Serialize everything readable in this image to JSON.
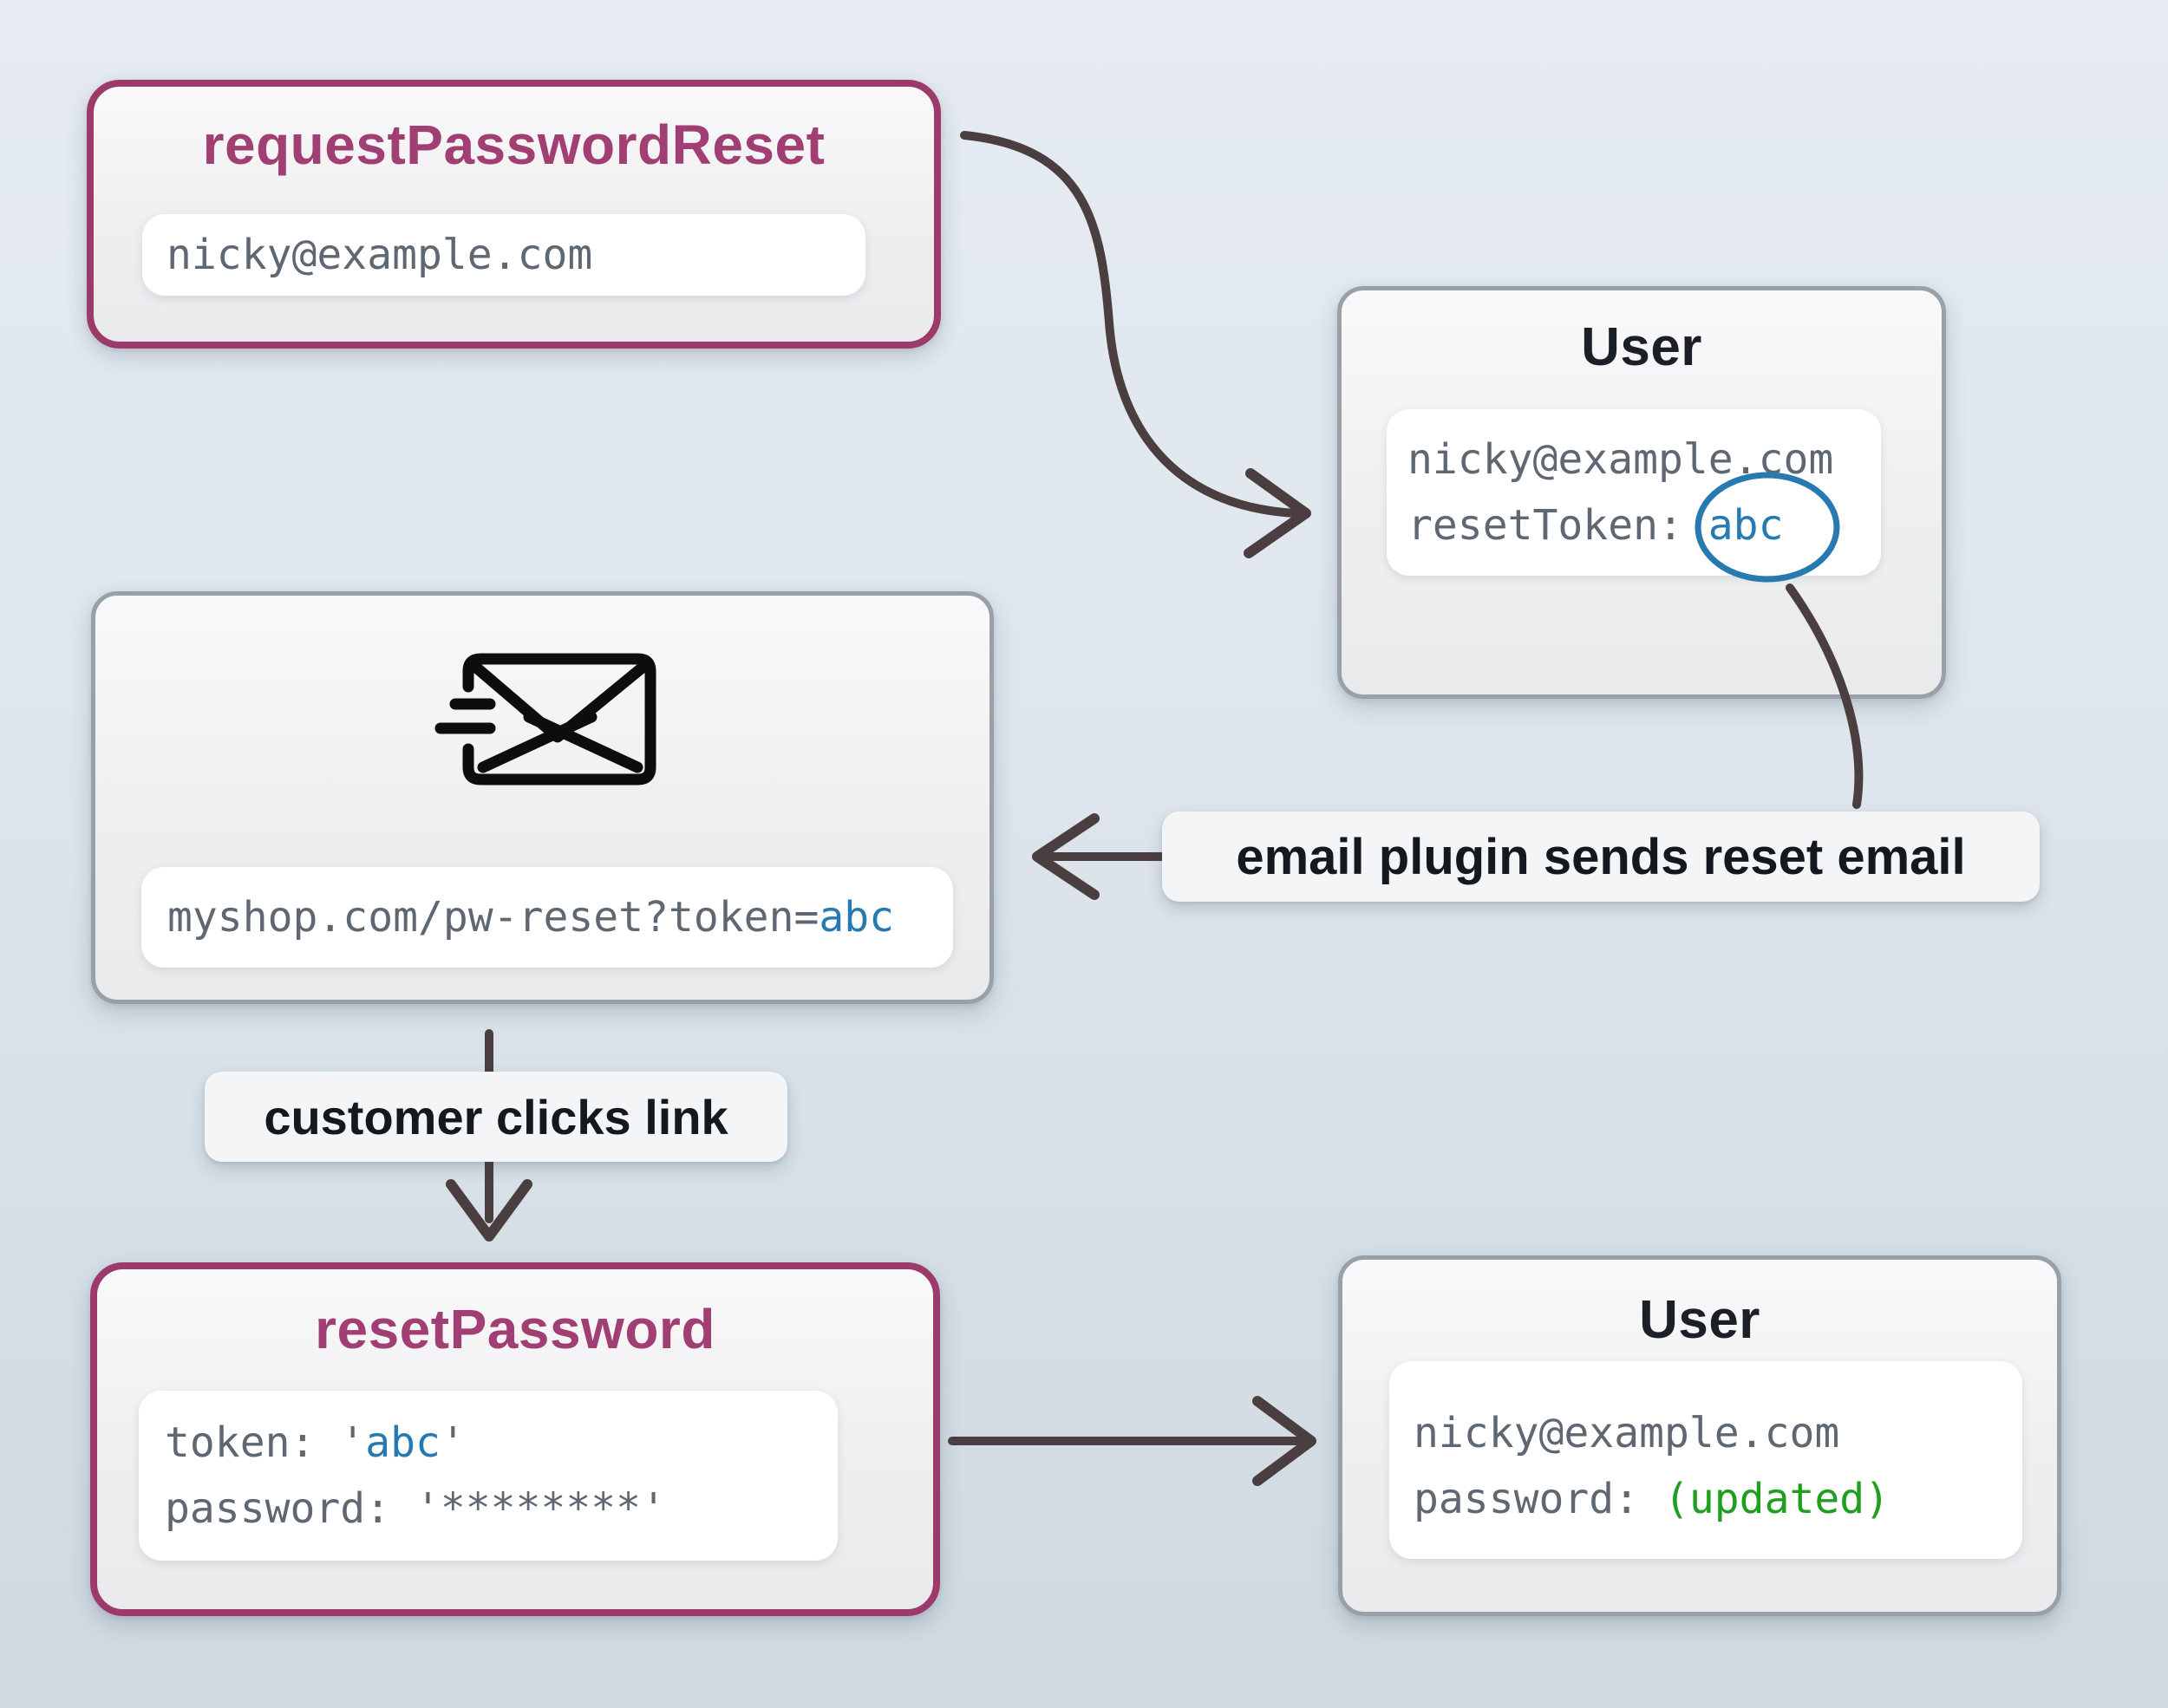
{
  "diagram": {
    "request_box": {
      "title": "requestPasswordReset",
      "email": "nicky@example.com"
    },
    "user_top_box": {
      "title": "User",
      "email": "nicky@example.com",
      "reset_token_label": "resetToken: ",
      "reset_token_value": "abc"
    },
    "email_box": {
      "url_prefix": "myshop.com/pw-reset?token=",
      "url_token": "abc"
    },
    "annotations": {
      "email_plugin": "email plugin sends reset email",
      "customer_clicks": "customer clicks link"
    },
    "reset_box": {
      "title": "resetPassword",
      "token_prefix": "token: '",
      "token_value": "abc",
      "token_suffix": "'",
      "password_line": "password: '********'"
    },
    "user_bottom_box": {
      "title": "User",
      "email": "nicky@example.com",
      "password_label": "password: ",
      "password_value": "(updated)"
    },
    "icons": {
      "send_email": "fast-email-icon"
    },
    "colors": {
      "accent_purple_border": "#9c3a6c",
      "title_purple": "#a13e73",
      "accent_blue": "#2779b1",
      "accent_green": "#1f9e1f",
      "arrow": "#4b3e41",
      "code_gray": "#5f6872",
      "title_dark": "#1b1f27",
      "card_border_gray": "#98a1a7",
      "background_top": "#e6ebf2",
      "background_bottom": "#cfd9e0"
    }
  }
}
